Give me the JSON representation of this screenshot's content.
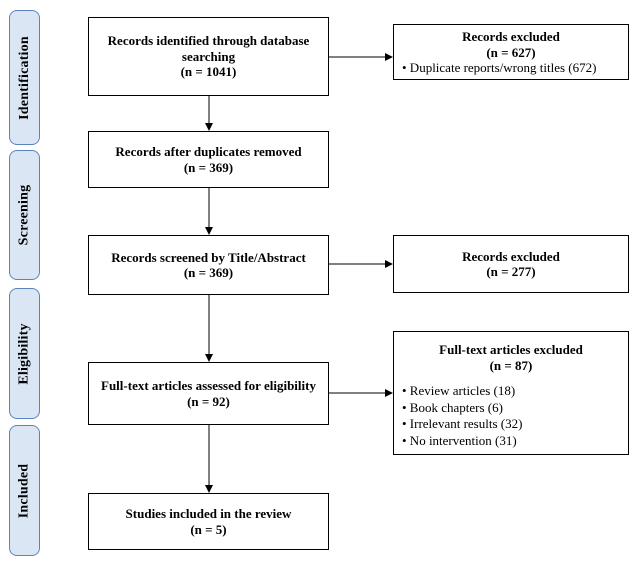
{
  "phases": {
    "identification": "Identification",
    "screening": "Screening",
    "eligibility": "Eligibility",
    "included": "Included"
  },
  "boxes": {
    "identified": {
      "title": "Records identified through database searching",
      "count": "(n = 1041)"
    },
    "after_duplicates": {
      "title": "Records after duplicates removed",
      "count": "(n = 369)"
    },
    "screened": {
      "title": "Records screened by Title/Abstract",
      "count": "(n = 369)"
    },
    "assessed": {
      "title": "Full-text articles assessed for eligibility",
      "count": "(n = 92)"
    },
    "included": {
      "title": "Studies included in the review",
      "count": "(n = 5)"
    },
    "excluded_identification": {
      "title": "Records excluded",
      "count": "(n = 627)",
      "items": [
        "• Duplicate reports/wrong titles (672)"
      ]
    },
    "excluded_screening": {
      "title": "Records excluded",
      "count": "(n = 277)"
    },
    "excluded_fulltext": {
      "title": "Full-text articles excluded",
      "count": "(n = 87)",
      "items": [
        "• Review articles (18)",
        "• Book chapters (6)",
        "• Irrelevant results (32)",
        "• No intervention (31)"
      ]
    }
  },
  "colors": {
    "phase_fill": "#dbe6f4",
    "phase_border": "#5b84bf",
    "line": "#000000"
  }
}
